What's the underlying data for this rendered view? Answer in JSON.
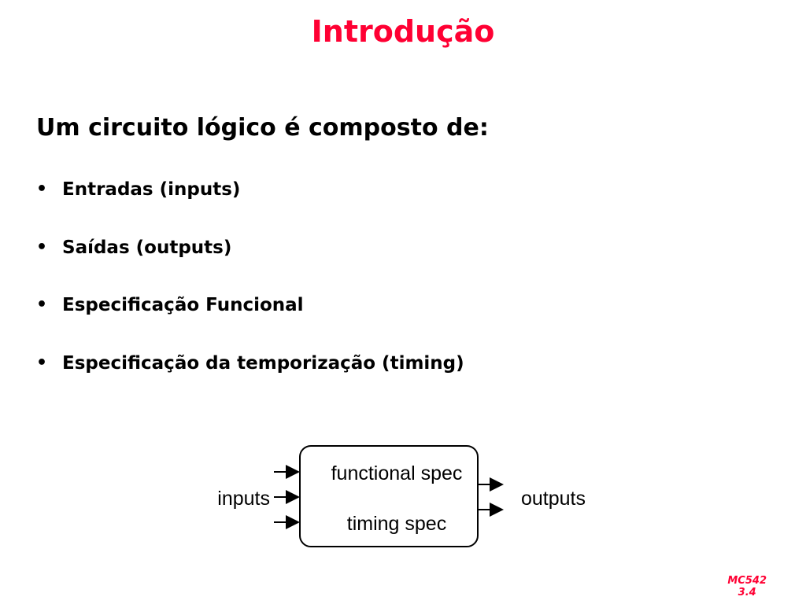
{
  "slide": {
    "title": "Introdução",
    "intro": "Um circuito lógico é composto de:",
    "bullet_symbol": "•",
    "bullets": [
      "Entradas (inputs)",
      "Saídas (outputs)",
      "Especificação Funcional",
      "Especificação da temporização (timing)"
    ]
  },
  "diagram": {
    "inputs_label": "inputs",
    "outputs_label": "outputs",
    "functional_spec": "functional spec",
    "timing_spec": "timing spec",
    "input_count": 3,
    "output_count": 2
  },
  "footer": {
    "course": "MC542",
    "page": "3.4"
  },
  "colors": {
    "title": "#ff0033",
    "text": "#000000",
    "background": "#ffffff"
  }
}
